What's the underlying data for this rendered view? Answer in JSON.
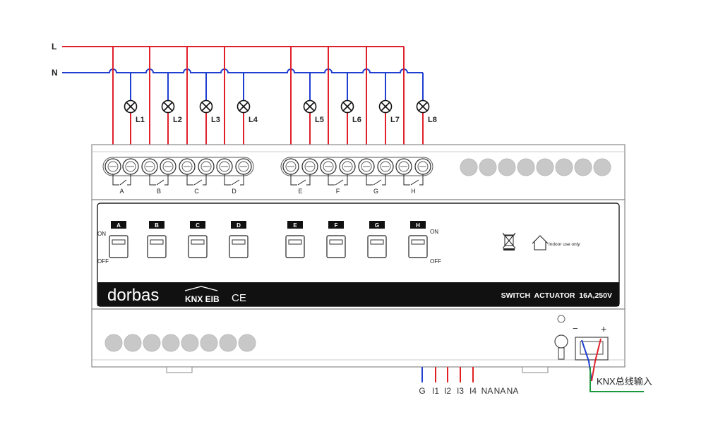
{
  "lines": {
    "live_label": "L",
    "neutral_label": "N"
  },
  "lamps": [
    {
      "label": "L1"
    },
    {
      "label": "L2"
    },
    {
      "label": "L3"
    },
    {
      "label": "L4"
    },
    {
      "label": "L5"
    },
    {
      "label": "L6"
    },
    {
      "label": "L7"
    },
    {
      "label": "L8"
    }
  ],
  "channels": [
    {
      "label": "A"
    },
    {
      "label": "B"
    },
    {
      "label": "C"
    },
    {
      "label": "D"
    },
    {
      "label": "E"
    },
    {
      "label": "F"
    },
    {
      "label": "G"
    },
    {
      "label": "H"
    }
  ],
  "switch_states": {
    "on": "ON",
    "off": "OFF"
  },
  "device": {
    "brand": "dorbas",
    "protocol_logo": "KNX EIB",
    "ce_mark": "CE",
    "model": "SWITCH  ACTUATOR  16A,250V",
    "indoor_note": "Indoor use only",
    "bus_minus": "−",
    "bus_plus": "+"
  },
  "inputs": {
    "pins": [
      "G",
      "I1",
      "I2",
      "I3",
      "I4",
      "NA",
      "NA",
      "NA"
    ],
    "pin_colors": [
      "#1f3fd0",
      "#e02020",
      "#e02020",
      "#e02020",
      "#e02020"
    ]
  },
  "knx_bus": {
    "label": "KNX总线输入"
  },
  "colors": {
    "live": "#e0202a",
    "neutral": "#1f3fd0",
    "bus_green": "#1a9a3a",
    "panel_black": "#111111"
  }
}
